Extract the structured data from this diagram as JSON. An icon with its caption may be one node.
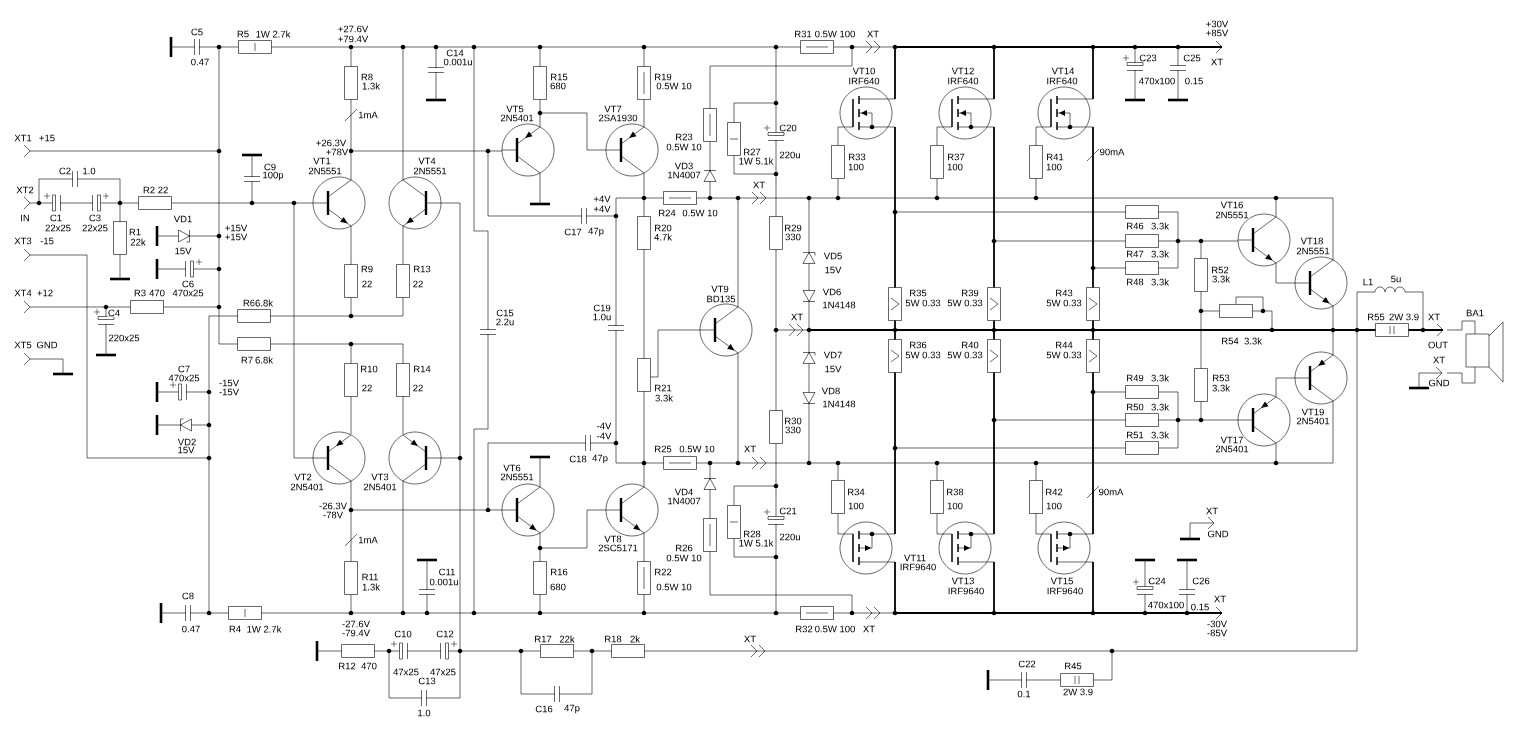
{
  "diagram": {
    "labels": [
      "+30V",
      "C5",
      "R5",
      "1W 2.7k",
      "+27.6V",
      "R31",
      "0.5W 100",
      "XT",
      "+85V",
      "+79.4V",
      "C14",
      "0.47",
      "0.001u",
      "C23",
      "C25",
      "XT",
      "VT10",
      "VT12",
      "VT14",
      "R8",
      "R15",
      "R19",
      "IRF640",
      "IRF640",
      "IRF640",
      "470x100",
      "0.15",
      "1.3k",
      "680",
      "0.5W 10",
      "VT5",
      "VT7",
      "1mA",
      "2N5401",
      "2SA1930",
      "C20",
      "XT1",
      "+15",
      "R23",
      "+26.3V",
      "0.5W 10",
      "VT1",
      "+78V",
      "VT4",
      "R27",
      "1W 5.1k",
      "220u",
      "R33",
      "R37",
      "R41",
      "90mA",
      "C2",
      "1.0",
      "C9",
      "100p",
      "2N5551",
      "2N5551",
      "VD3",
      "1N4007",
      "100",
      "100",
      "100",
      "XT",
      "XT2",
      "R2",
      "22",
      "+4V",
      "IN",
      "C1",
      "C3",
      "VD1",
      "+4V",
      "R24",
      "0.5W 10",
      "VT16",
      "2N5551",
      "XT3",
      "-15",
      "22x25",
      "22x25",
      "R1",
      "22k",
      "+15V",
      "+15V",
      "C17",
      "47p",
      "R20",
      "4.7k",
      "R29",
      "330",
      "R46",
      "3.3k",
      "VT18",
      "15V",
      "VD5",
      "R47",
      "3.3k",
      "2N5551",
      "R9",
      "R13",
      "15V",
      "R52",
      "XT4",
      "+12",
      "R3",
      "470",
      "C6",
      "470x25",
      "22",
      "22",
      "VT9",
      "VD6",
      "R35",
      "R39",
      "R43",
      "R48",
      "3.3k",
      "3.3k",
      "L1",
      "5u",
      "R6",
      "6.8k",
      "C19",
      "BD135",
      "1N4148",
      "5W 0.33",
      "5W 0.33",
      "5W 0.33",
      "C4",
      "C15",
      "2.2u",
      "1.0u",
      "XT",
      "R55",
      "2W 3.9",
      "XT",
      "BA1",
      "XT5",
      "GND",
      "220x25",
      "R36",
      "R40",
      "R44",
      "R54",
      "3.3k",
      "OUT",
      "R7",
      "6.8k",
      "VD7",
      "5W 0.33",
      "5W 0.33",
      "5W 0.33",
      "XT",
      "C7",
      "R10",
      "R14",
      "15V",
      "470x25",
      "-15V",
      "-15V",
      "22",
      "22",
      "R21",
      "VD8",
      "R49",
      "3.3k",
      "R53",
      "3.3k",
      "GND",
      "3.3k",
      "1N4148",
      "R50",
      "3.3k",
      "VT19",
      "VD2",
      "-4V",
      "-4V",
      "R30",
      "330",
      "R51",
      "3.3k",
      "VT17",
      "2N5401",
      "15V",
      "R25",
      "0.5W 10",
      "XT",
      "2N5401",
      "C18",
      "47p",
      "VT6",
      "VT2",
      "VT3",
      "2N5551",
      "2N5401",
      "2N5401",
      "VD4",
      "R34",
      "R38",
      "R42",
      "90mA",
      "1N4007",
      "-26.3V",
      "-78V",
      "C21",
      "100",
      "100",
      "100",
      "XT",
      "1mA",
      "VT8",
      "R28",
      "1W 5.1k",
      "220u",
      "GND",
      "2SC5171",
      "R26",
      "0.5W 10",
      "VT11",
      "IRF9640",
      "R11",
      "0.001u",
      "C11",
      "R16",
      "R22",
      "VT13",
      "VT15",
      "C24",
      "C26",
      "1.3k",
      "680",
      "0.5W 10",
      "IRF9640",
      "IRF9640",
      "C8",
      "XT",
      "470x100",
      "0.15",
      "0.47",
      "R4",
      "1W 2.7k",
      "-27.6V",
      "-79.4V",
      "C10",
      "C12",
      "R32",
      "0.5W 100",
      "XT",
      "-30V",
      "-85V",
      "R17",
      "22k",
      "R18",
      "2k",
      "XT",
      "R12",
      "470",
      "C22",
      "R45",
      "47x25",
      "47x25",
      "C13",
      "0.1",
      "2W 3.9",
      "1.0",
      "C16",
      "47p"
    ]
  }
}
